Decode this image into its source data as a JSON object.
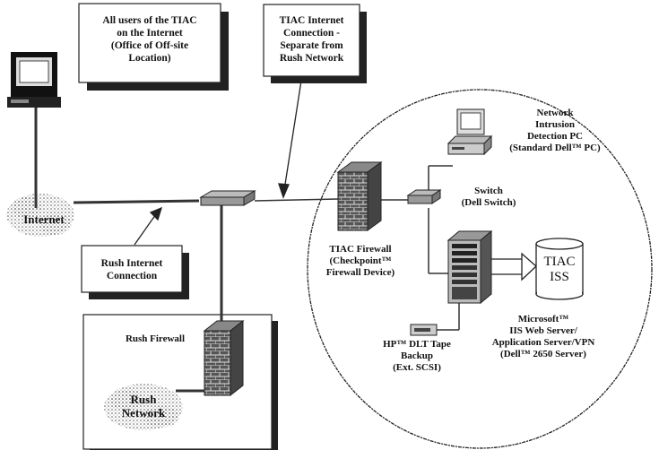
{
  "callouts": {
    "users": [
      "All users of the TIAC",
      "on the Internet",
      "(Office of Off-site",
      "Location)"
    ],
    "tiac_connection": [
      "TIAC Internet",
      "Connection -",
      "Separate from",
      "Rush Network"
    ],
    "rush_connection": [
      "Rush Internet",
      "Connection"
    ]
  },
  "clouds": {
    "internet": "Internet",
    "rush_network": [
      "Rush",
      "Network"
    ]
  },
  "devices": {
    "ids_pc": [
      "Network",
      "Intrusion",
      "Detection PC",
      "(Standard Dell™ PC)"
    ],
    "switch": [
      "Switch",
      "(Dell Switch)"
    ],
    "tiac_firewall": [
      "TIAC Firewall",
      "(Checkpoint™",
      "Firewall Device)"
    ],
    "rush_firewall": "Rush Firewall",
    "tiac_iss": [
      "TIAC",
      "ISS"
    ],
    "server": [
      "Microsoft™",
      "IIS Web Server/",
      "Application Server/VPN",
      "(Dell™ 2650 Server)"
    ],
    "tape": [
      "HP™ DLT Tape",
      "Backup",
      "(Ext. SCSI)"
    ]
  },
  "colors": {
    "ink": "#111111",
    "shadow": "#222222",
    "box_fill": "#ffffff"
  }
}
